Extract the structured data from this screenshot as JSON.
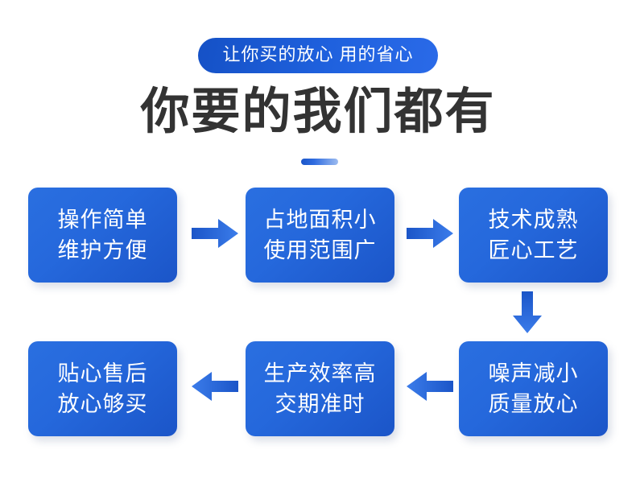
{
  "header": {
    "badge_text": "让你买的放心 用的省心",
    "title": "你要的我们都有",
    "divider_name": "gradient-divider"
  },
  "colors": {
    "accent_blue_dark": "#1b55c8",
    "accent_blue": "#2568dc",
    "accent_blue_light": "#2a6fe0",
    "divider_light": "#9dbcf0",
    "title_text": "#333333",
    "box_text": "#ffffff",
    "background": "#ffffff"
  },
  "flow": {
    "boxes": [
      {
        "id": "box-1",
        "line1": "操作简单",
        "line2": "维护方便"
      },
      {
        "id": "box-2",
        "line1": "占地面积小",
        "line2": "使用范围广"
      },
      {
        "id": "box-3",
        "line1": "技术成熟",
        "line2": "匠心工艺"
      },
      {
        "id": "box-4",
        "line1": "噪声减小",
        "line2": "质量放心"
      },
      {
        "id": "box-5",
        "line1": "生产效率高",
        "line2": "交期准时"
      },
      {
        "id": "box-6",
        "line1": "贴心售后",
        "line2": "放心够买"
      }
    ],
    "arrows": [
      {
        "id": "arrow-1",
        "direction": "right",
        "icon": "arrow-right-icon"
      },
      {
        "id": "arrow-2",
        "direction": "right",
        "icon": "arrow-right-icon"
      },
      {
        "id": "arrow-3",
        "direction": "down",
        "icon": "arrow-down-icon"
      },
      {
        "id": "arrow-4",
        "direction": "left",
        "icon": "arrow-left-icon"
      },
      {
        "id": "arrow-5",
        "direction": "left",
        "icon": "arrow-left-icon"
      }
    ]
  }
}
